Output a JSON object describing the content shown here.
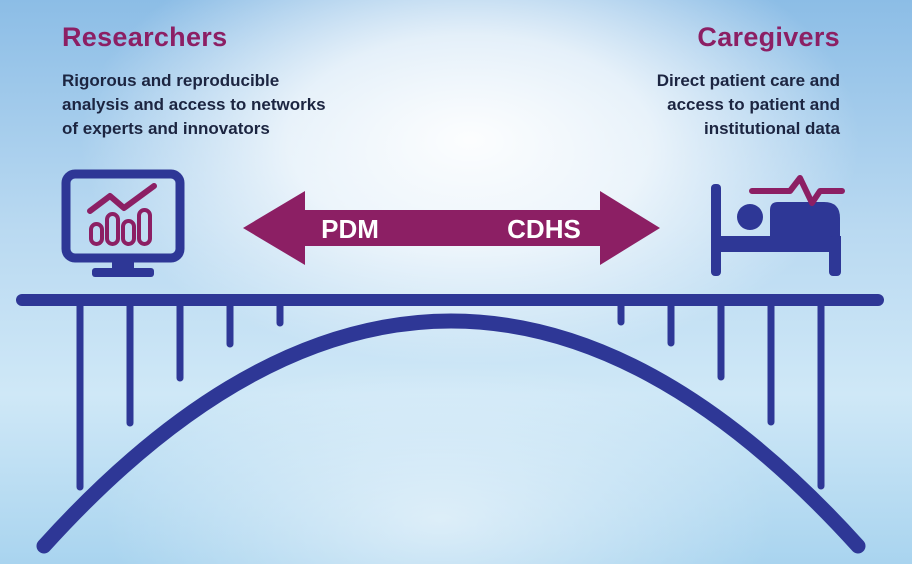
{
  "left_panel": {
    "title": "Researchers",
    "description_lines": [
      "Rigorous and reproducible",
      "analysis and access to networks",
      "of experts and innovators"
    ]
  },
  "right_panel": {
    "title": "Caregivers",
    "description_lines": [
      "Direct patient care and",
      "access to patient and",
      "institutional data"
    ]
  },
  "arrow": {
    "left_label": "PDM",
    "right_label": "CDHS"
  },
  "icons": {
    "left": "monitor-chart-icon",
    "right": "hospital-bed-icon",
    "bridge": "arch-bridge-icon"
  },
  "colors": {
    "accent": "#8c1f64",
    "bridge": "#2e3796",
    "text": "#1c2541"
  }
}
